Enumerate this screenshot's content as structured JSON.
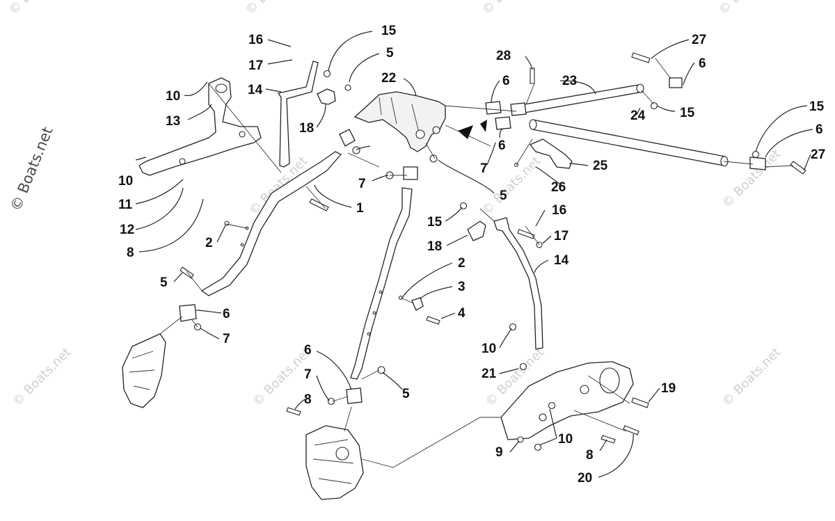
{
  "diagram": {
    "callouts": [
      {
        "id": "c15a",
        "text": "15"
      },
      {
        "id": "c16a",
        "text": "16"
      },
      {
        "id": "c17a",
        "text": "17"
      },
      {
        "id": "c5a",
        "text": "5"
      },
      {
        "id": "c22",
        "text": "22"
      },
      {
        "id": "c28",
        "text": "28"
      },
      {
        "id": "c27a",
        "text": "27"
      },
      {
        "id": "c6a",
        "text": "6"
      },
      {
        "id": "c23",
        "text": "23"
      },
      {
        "id": "c6b",
        "text": "6"
      },
      {
        "id": "c10a",
        "text": "10"
      },
      {
        "id": "c14a",
        "text": "14"
      },
      {
        "id": "c13",
        "text": "13"
      },
      {
        "id": "c18a",
        "text": "18"
      },
      {
        "id": "c24",
        "text": "24"
      },
      {
        "id": "c15b",
        "text": "15"
      },
      {
        "id": "c15c",
        "text": "15"
      },
      {
        "id": "c6c",
        "text": "6"
      },
      {
        "id": "c6d",
        "text": "6"
      },
      {
        "id": "c27b",
        "text": "27"
      },
      {
        "id": "c10b",
        "text": "10"
      },
      {
        "id": "c7a",
        "text": "7"
      },
      {
        "id": "c25",
        "text": "25"
      },
      {
        "id": "c7b",
        "text": "7"
      },
      {
        "id": "c11",
        "text": "11"
      },
      {
        "id": "c26",
        "text": "26"
      },
      {
        "id": "c5b",
        "text": "5"
      },
      {
        "id": "c1",
        "text": "1"
      },
      {
        "id": "c16b",
        "text": "16"
      },
      {
        "id": "c15d",
        "text": "15"
      },
      {
        "id": "c12",
        "text": "12"
      },
      {
        "id": "c17b",
        "text": "17"
      },
      {
        "id": "c2a",
        "text": "2"
      },
      {
        "id": "c18b",
        "text": "18"
      },
      {
        "id": "c8a",
        "text": "8"
      },
      {
        "id": "c14b",
        "text": "14"
      },
      {
        "id": "c2b",
        "text": "2"
      },
      {
        "id": "c5c",
        "text": "5"
      },
      {
        "id": "c3",
        "text": "3"
      },
      {
        "id": "c6e",
        "text": "6"
      },
      {
        "id": "c4",
        "text": "4"
      },
      {
        "id": "c7c",
        "text": "7"
      },
      {
        "id": "c10c",
        "text": "10"
      },
      {
        "id": "c6f",
        "text": "6"
      },
      {
        "id": "c21",
        "text": "21"
      },
      {
        "id": "c7d",
        "text": "7"
      },
      {
        "id": "c5d",
        "text": "5"
      },
      {
        "id": "c19",
        "text": "19"
      },
      {
        "id": "c8b",
        "text": "8"
      },
      {
        "id": "c10d",
        "text": "10"
      },
      {
        "id": "c9",
        "text": "9"
      },
      {
        "id": "c8c",
        "text": "8"
      },
      {
        "id": "c20",
        "text": "20"
      }
    ],
    "watermark": "© Boats.net",
    "side_watermark": "© Boats.net"
  }
}
